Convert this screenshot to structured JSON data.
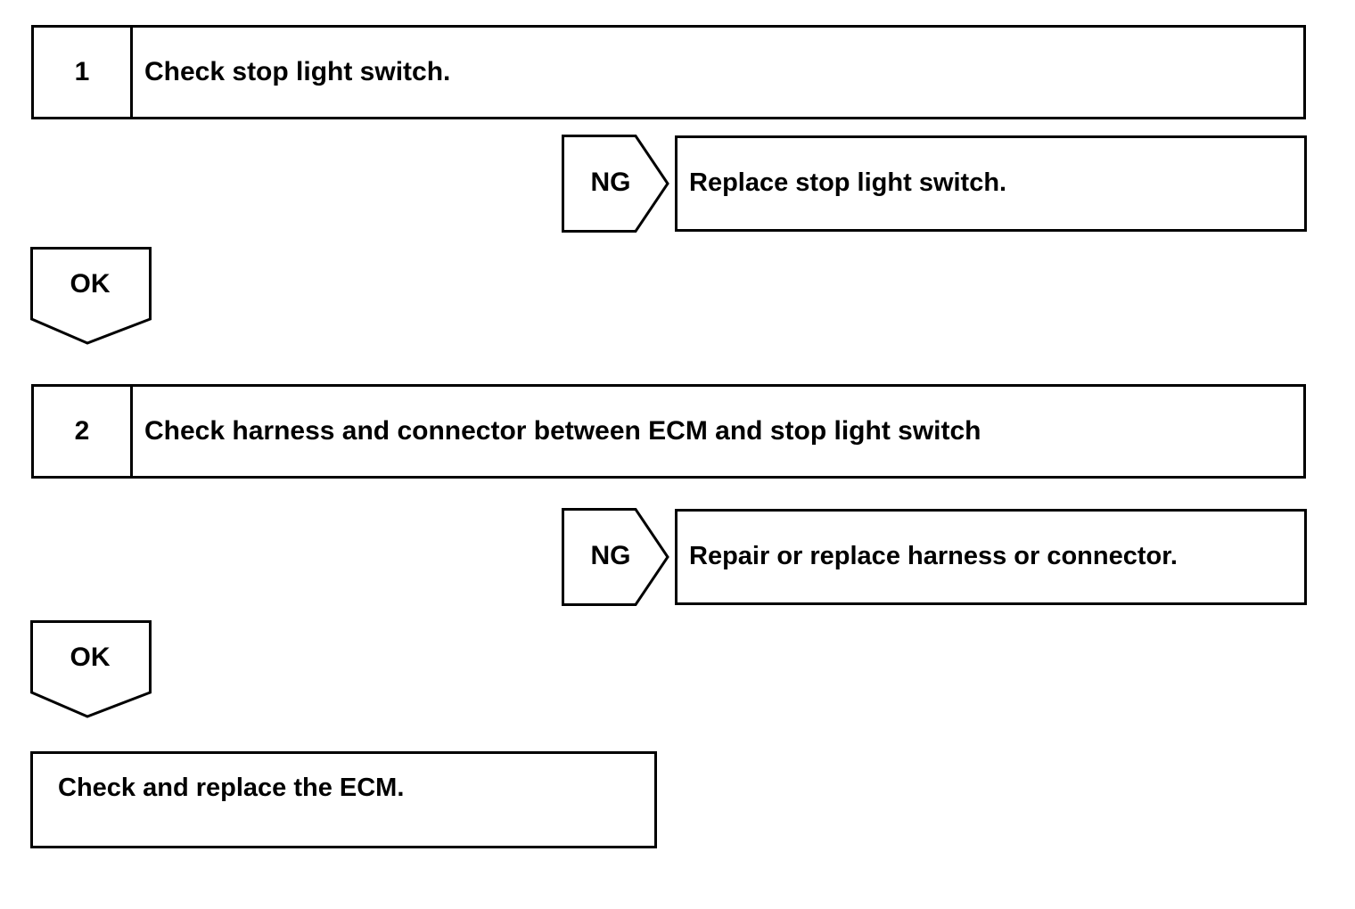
{
  "steps": [
    {
      "number": "1",
      "text": "Check stop light switch."
    },
    {
      "number": "2",
      "text": "Check harness and connector between ECM and stop light switch"
    }
  ],
  "branches": [
    {
      "label": "NG",
      "result": "Replace stop light switch."
    },
    {
      "label": "NG",
      "result": "Repair or replace harness or connector."
    }
  ],
  "ok_labels": [
    "OK",
    "OK"
  ],
  "final_action": "Check and replace the ECM."
}
